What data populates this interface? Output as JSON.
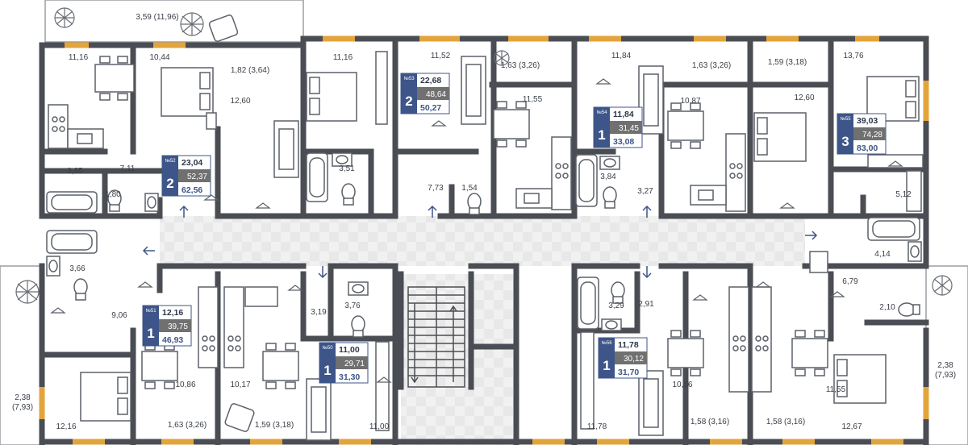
{
  "colors": {
    "wall": "#4a4d53",
    "window": "#e2a43b",
    "corridor": "#efefef",
    "badge_blue": "#3d5588",
    "badge_gray": "#707070",
    "furniture": "#5c6068",
    "plant": "#6a6e75"
  },
  "icons": [
    "bed-icon",
    "sofa-icon",
    "dining-table-icon",
    "stove-icon",
    "sink-icon",
    "bathtub-icon",
    "toilet-icon",
    "washbasin-icon",
    "hanger-icon",
    "plant-icon",
    "armchair-icon",
    "entry-arrow-icon",
    "stairs-icon"
  ],
  "rooms": [
    {
      "label": "3,59 (11,96)"
    },
    {
      "label": "11,16"
    },
    {
      "label": "10,44"
    },
    {
      "label": "1,82 (3,64)"
    },
    {
      "label": "12,60"
    },
    {
      "label": "3,85"
    },
    {
      "label": "7,11"
    },
    {
      "label": "1,80"
    },
    {
      "label": "11,16"
    },
    {
      "label": "3,51"
    },
    {
      "label": "11,52"
    },
    {
      "label": "1,63 (3,26)"
    },
    {
      "label": "11,55"
    },
    {
      "label": "7,73"
    },
    {
      "label": "1,54"
    },
    {
      "label": "11,84"
    },
    {
      "label": "1,63 (3,26)"
    },
    {
      "label": "10,87"
    },
    {
      "label": "3,84"
    },
    {
      "label": "3,27"
    },
    {
      "label": "1,59 (3,18)"
    },
    {
      "label": "12,60"
    },
    {
      "label": "13,76"
    },
    {
      "label": "5,12"
    },
    {
      "label": "3,66"
    },
    {
      "label": "9,06"
    },
    {
      "label": "2,38 (7,93)"
    },
    {
      "label": "12,16"
    },
    {
      "label": "10,86"
    },
    {
      "label": "1,63 (3,26)"
    },
    {
      "label": "10,17"
    },
    {
      "label": "1,59 (3,18)"
    },
    {
      "label": "3,19"
    },
    {
      "label": "3,76"
    },
    {
      "label": "11,00"
    },
    {
      "label": "3,29"
    },
    {
      "label": "2,91"
    },
    {
      "label": "11,78"
    },
    {
      "label": "10,56"
    },
    {
      "label": "1,58 (3,16)"
    },
    {
      "label": "1,58 (3,16)"
    },
    {
      "label": "11,55"
    },
    {
      "label": "12,67"
    },
    {
      "label": "4,14"
    },
    {
      "label": "6,79"
    },
    {
      "label": "2,10"
    },
    {
      "label": "2,38 (7,93)"
    }
  ],
  "apartments": [
    {
      "number": "№52",
      "rooms": "2",
      "living": "23,04",
      "total": "52,37",
      "full": "62,56"
    },
    {
      "number": "№53",
      "rooms": "2",
      "living": "22,68",
      "total": "48,64",
      "full": "50,27"
    },
    {
      "number": "№54",
      "rooms": "1",
      "living": "11,84",
      "total": "31,45",
      "full": "33,08"
    },
    {
      "number": "№55",
      "rooms": "3",
      "living": "39,03",
      "total": "74,28",
      "full": "83,00"
    },
    {
      "number": "№51",
      "rooms": "1",
      "living": "12,16",
      "total": "39,75",
      "full": "46,93"
    },
    {
      "number": "№50",
      "rooms": "1",
      "living": "11,00",
      "total": "29,71",
      "full": "31,30"
    },
    {
      "number": "№56",
      "rooms": "1",
      "living": "11,78",
      "total": "30,12",
      "full": "31,70"
    }
  ]
}
